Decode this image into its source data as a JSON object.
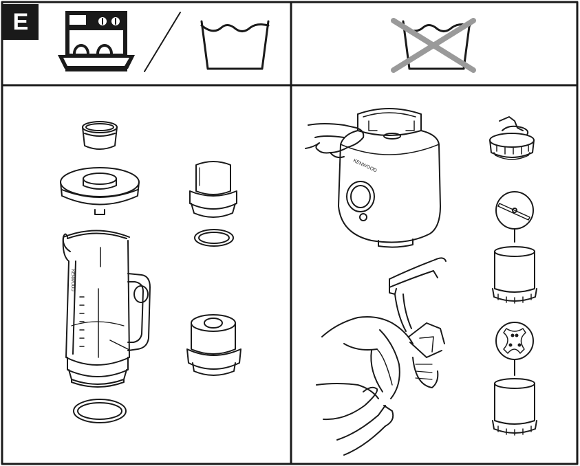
{
  "section_label": "E",
  "blender_brand": "KENWOOD",
  "jug_brand": "KENWOOD",
  "colors": {
    "line": "#1a1a1a",
    "cross": "#9a9a9a",
    "badge": "#1a1a1a",
    "background": "#ffffff"
  }
}
